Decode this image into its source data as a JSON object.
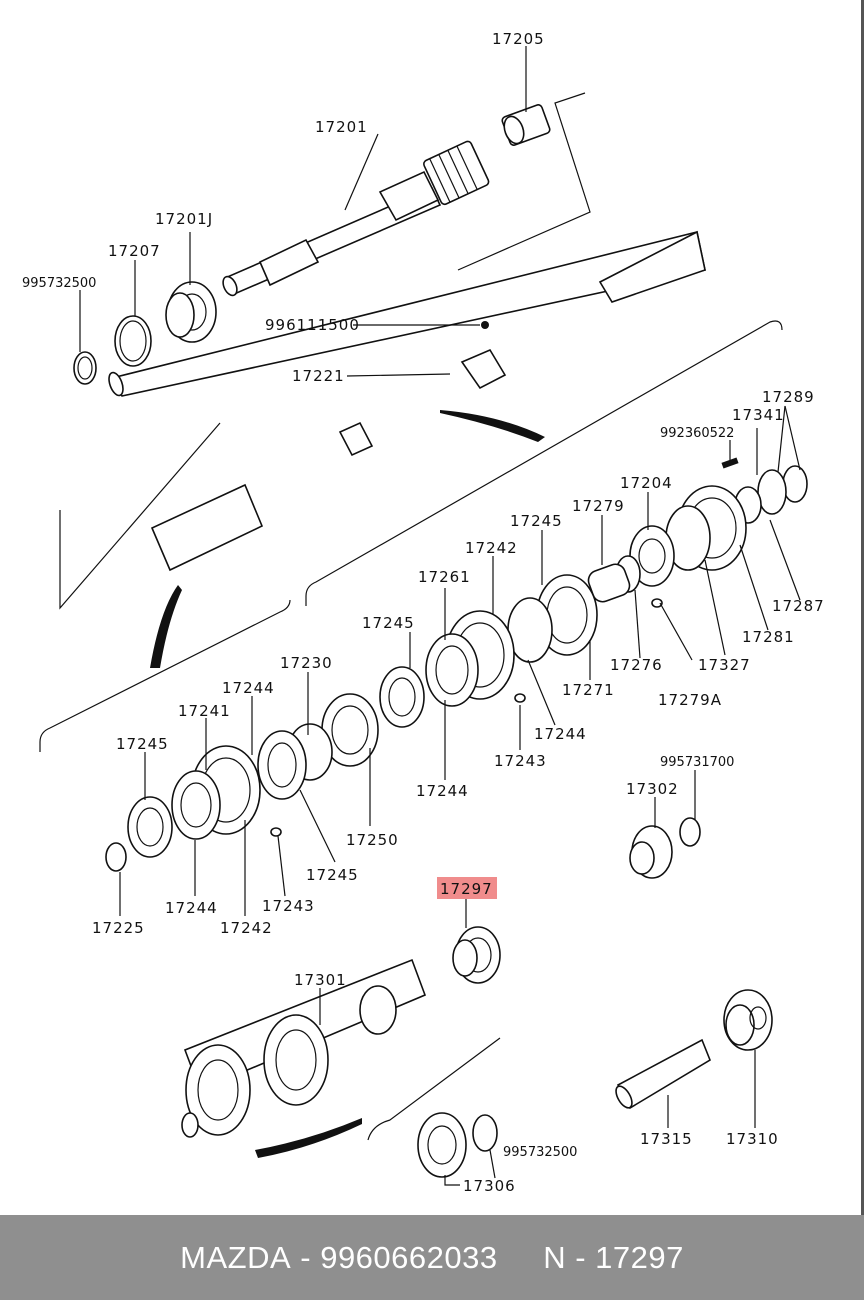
{
  "footer": {
    "brand": "MAZDA",
    "part_number": "9960662033",
    "ref": "N - 17297",
    "separator": " - "
  },
  "highlight": {
    "label": "17297",
    "color": "#f08c8c"
  },
  "labels": [
    "17205",
    "17201",
    "17201J",
    "17207",
    "995732500",
    "996111500",
    "17221",
    "17289",
    "17341",
    "992360522",
    "17204",
    "17279",
    "17245",
    "17242",
    "17261",
    "17287",
    "17281",
    "17327",
    "17276",
    "17279A",
    "17271",
    "17244",
    "17243",
    "17230",
    "17241",
    "17250",
    "995731700",
    "17302",
    "17225",
    "17310",
    "17315",
    "17301",
    "17306"
  ]
}
